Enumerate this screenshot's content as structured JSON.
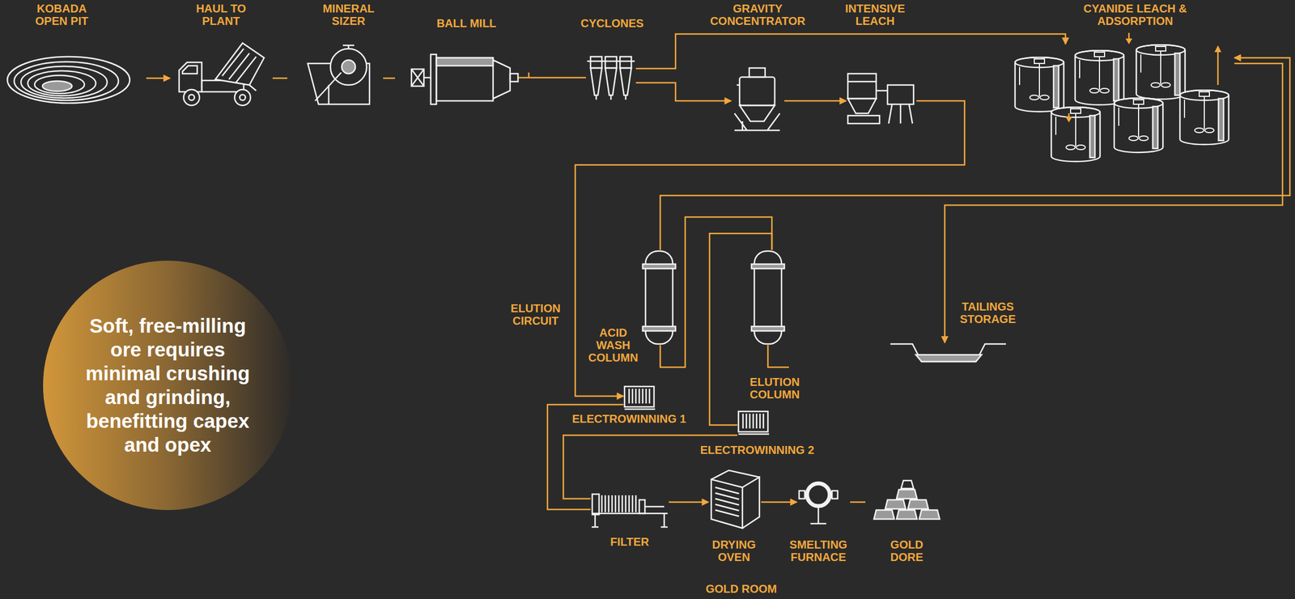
{
  "diagram": {
    "nodes": [
      {
        "text": [
          "KOBADA OPEN PIT"
        ]
      },
      {
        "text": [
          "HAUL TO PLANT"
        ]
      },
      {
        "text": [
          "MINERAL SIZER"
        ]
      },
      {
        "text": [
          "BALL MILL"
        ]
      },
      {
        "text": [
          "CYCLONES"
        ]
      },
      {
        "text": [
          "GRAVITY CONCENTRATOR"
        ]
      },
      {
        "text": [
          "INTENSIVE LEACH"
        ]
      },
      {
        "text": [
          "CYANIDE LEACH & ADSORPTION"
        ]
      },
      {
        "text": [
          "ACID WASH COLUMN"
        ]
      },
      {
        "text": [
          "ELUTION COLUMN"
        ]
      },
      {
        "text": [
          "ELECTROWINNING 1"
        ]
      },
      {
        "text": [
          "ELECTROWINNING 2"
        ]
      },
      {
        "text": [
          "TAILINGS STORAGE"
        ]
      },
      {
        "text": [
          "FILTER"
        ]
      },
      {
        "text": [
          "DRYING OVEN"
        ]
      },
      {
        "text": [
          "SMELTING FURNACE"
        ]
      },
      {
        "text": [
          "GOLD DORE"
        ]
      },
      {
        "text": [
          "Soft, free-milling ore requires minimal crushing and grinding, benefitting capex and opex"
        ]
      }
    ],
    "edges": [
      {
        "from": 0,
        "to": 1,
        "arrow": "to"
      },
      {
        "from": 1,
        "to": 2,
        "arrow": "none"
      },
      {
        "from": 2,
        "to": 3,
        "arrow": "none"
      },
      {
        "from": 3,
        "to": 4,
        "arrow": "none"
      },
      {
        "from": 4,
        "to": 7,
        "arrow": "to"
      },
      {
        "from": 4,
        "to": 5,
        "arrow": "to"
      },
      {
        "from": 5,
        "to": 6,
        "arrow": "to"
      },
      {
        "from": 6,
        "to": 10,
        "arrow": "to"
      },
      {
        "from": 8,
        "to": 7,
        "arrow": "to"
      },
      {
        "from": 7,
        "to": 12,
        "arrow": "to"
      },
      {
        "from": 8,
        "to": 9,
        "arrow": "none"
      },
      {
        "from": 9,
        "to": 11,
        "arrow": "none"
      },
      {
        "from": 10,
        "to": 13,
        "arrow": "none"
      },
      {
        "from": 11,
        "to": 13,
        "arrow": "none"
      },
      {
        "from": 13,
        "to": 14,
        "arrow": "to"
      },
      {
        "from": 14,
        "to": 15,
        "arrow": "to"
      },
      {
        "from": 15,
        "to": 16,
        "arrow": "none"
      }
    ],
    "labels": [
      "ELUTION CIRCUIT",
      "GOLD ROOM"
    ]
  }
}
